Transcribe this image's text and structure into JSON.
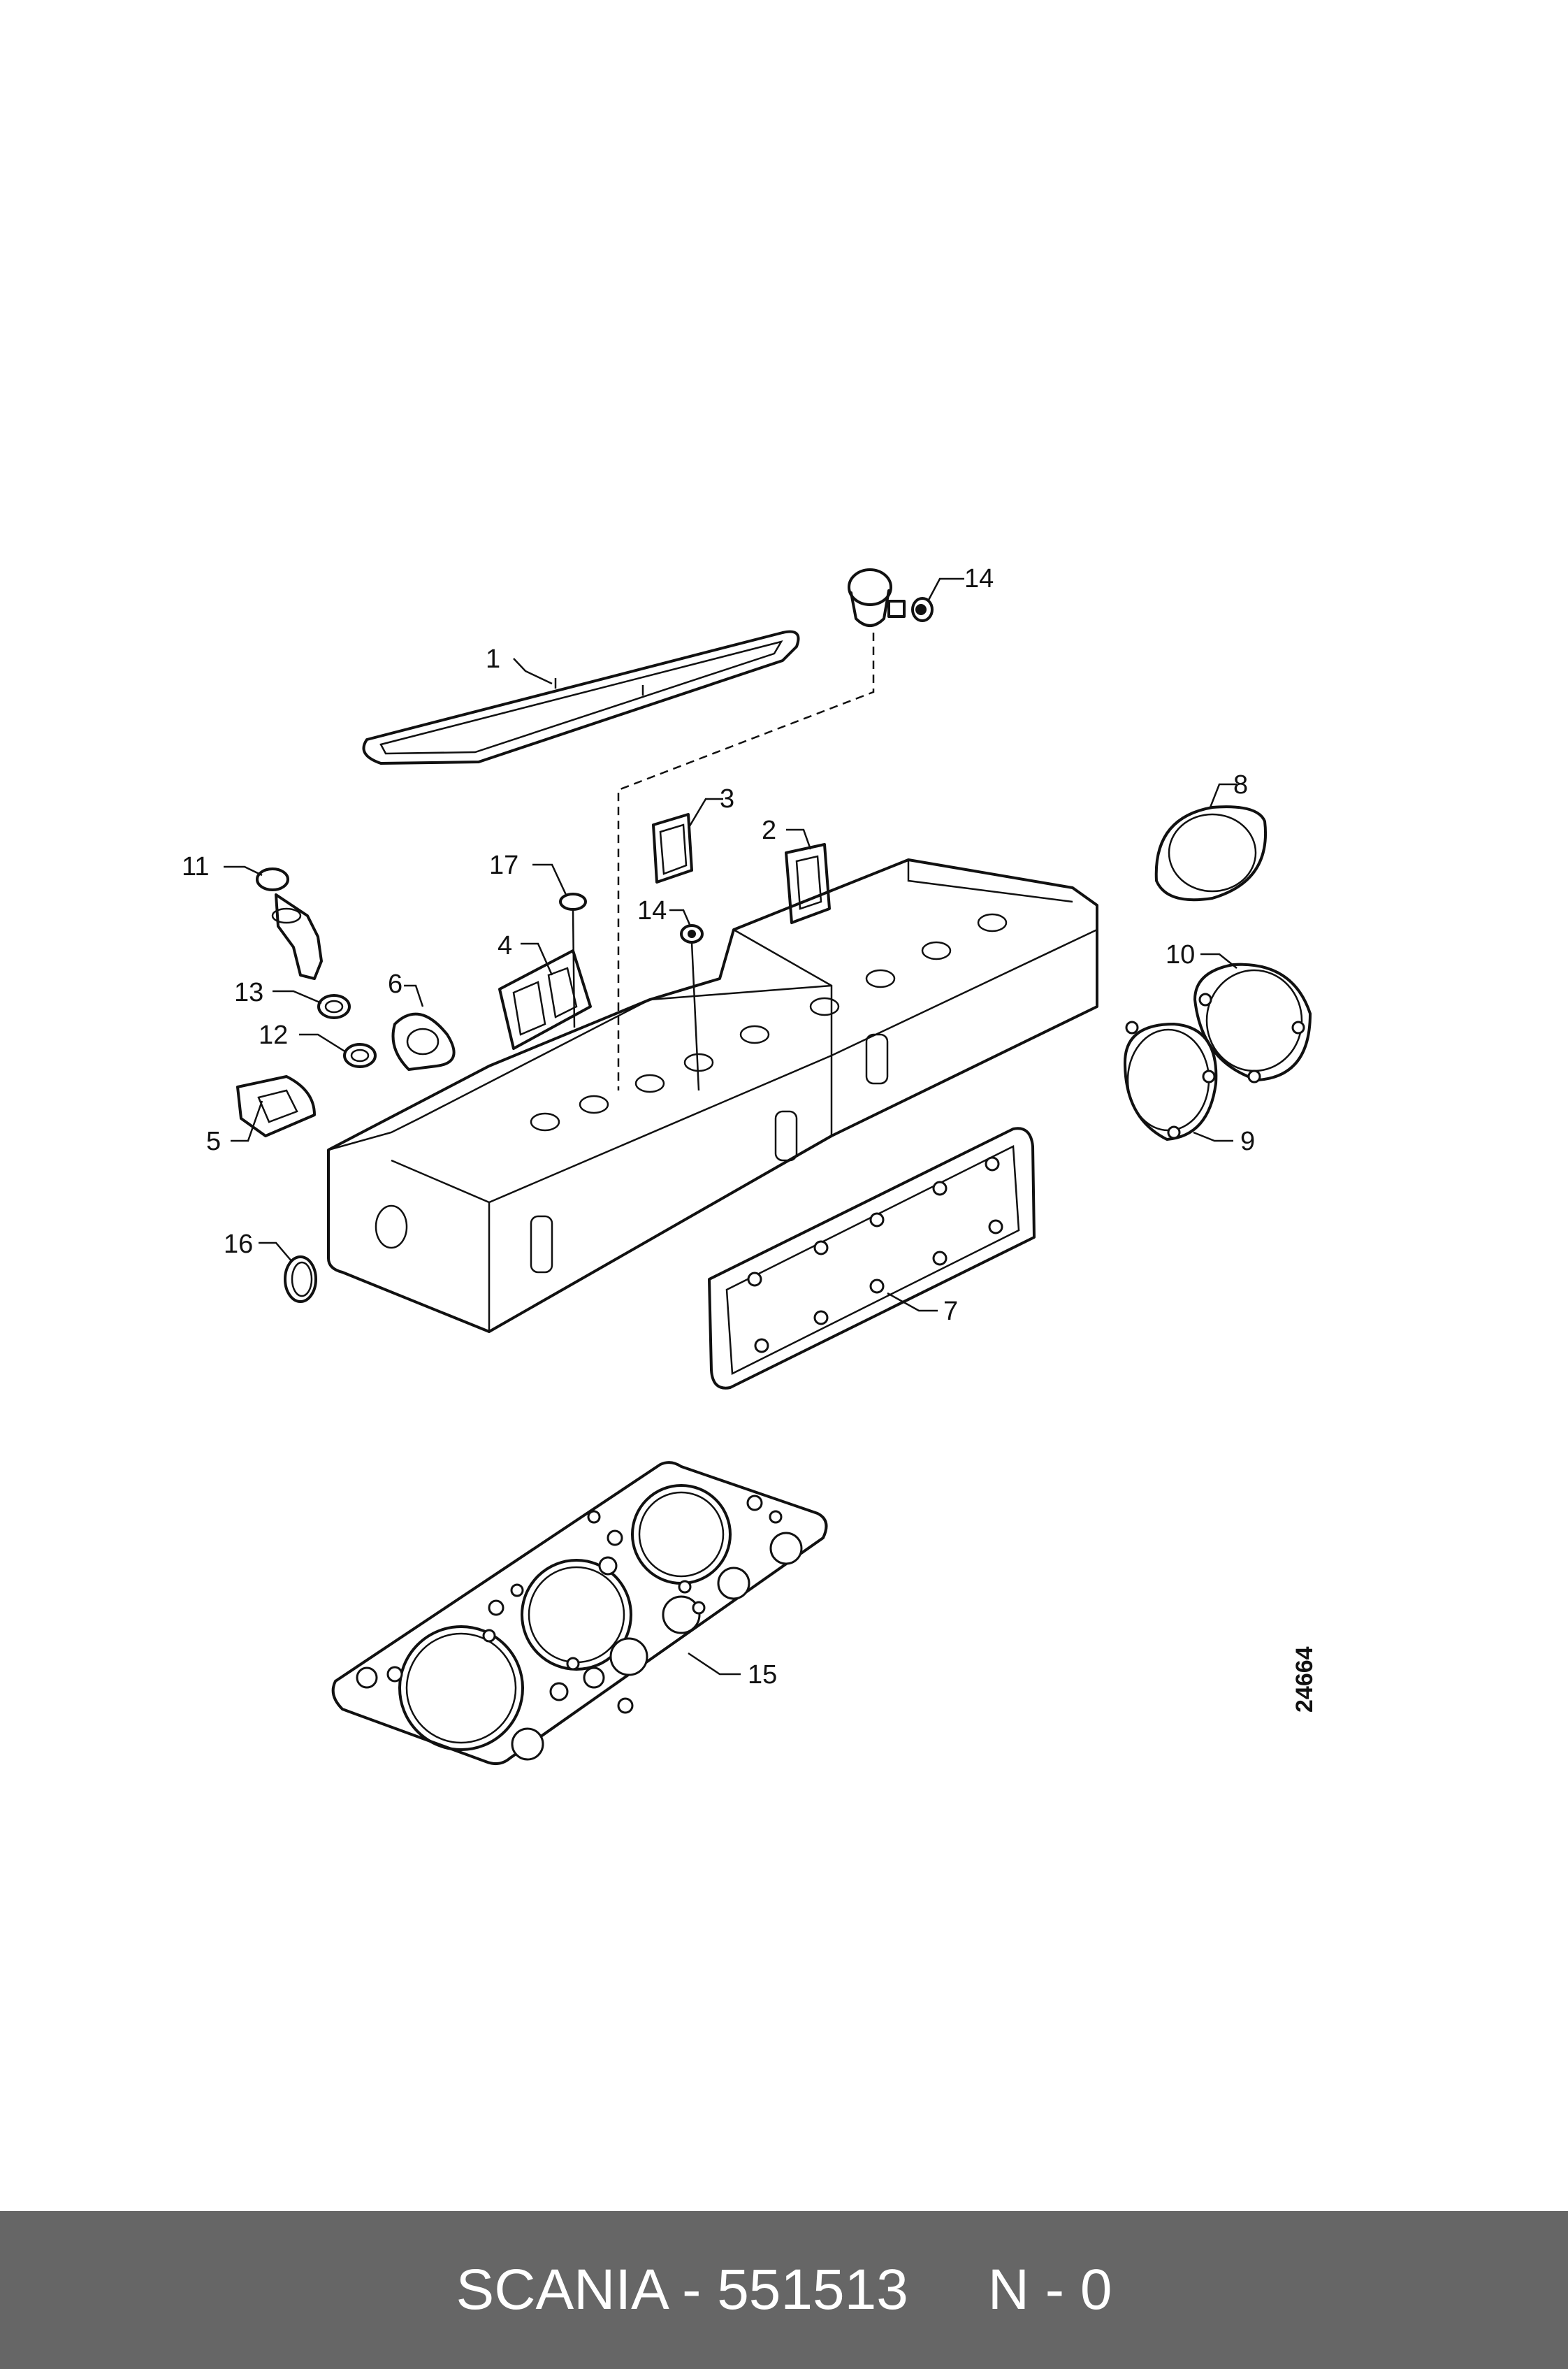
{
  "diagram": {
    "figure_number": "24664",
    "callouts": [
      {
        "id": "1",
        "label": "1"
      },
      {
        "id": "2",
        "label": "2"
      },
      {
        "id": "3",
        "label": "3"
      },
      {
        "id": "4",
        "label": "4"
      },
      {
        "id": "5",
        "label": "5"
      },
      {
        "id": "6",
        "label": "6"
      },
      {
        "id": "7",
        "label": "7"
      },
      {
        "id": "8",
        "label": "8"
      },
      {
        "id": "9",
        "label": "9"
      },
      {
        "id": "10",
        "label": "10"
      },
      {
        "id": "11",
        "label": "11"
      },
      {
        "id": "12",
        "label": "12"
      },
      {
        "id": "13",
        "label": "13"
      },
      {
        "id": "14a",
        "label": "14"
      },
      {
        "id": "14b",
        "label": "14"
      },
      {
        "id": "15",
        "label": "15"
      },
      {
        "id": "16",
        "label": "16"
      },
      {
        "id": "17",
        "label": "17"
      }
    ]
  },
  "footer": {
    "text": "SCANIA - 551513     N - 0"
  }
}
